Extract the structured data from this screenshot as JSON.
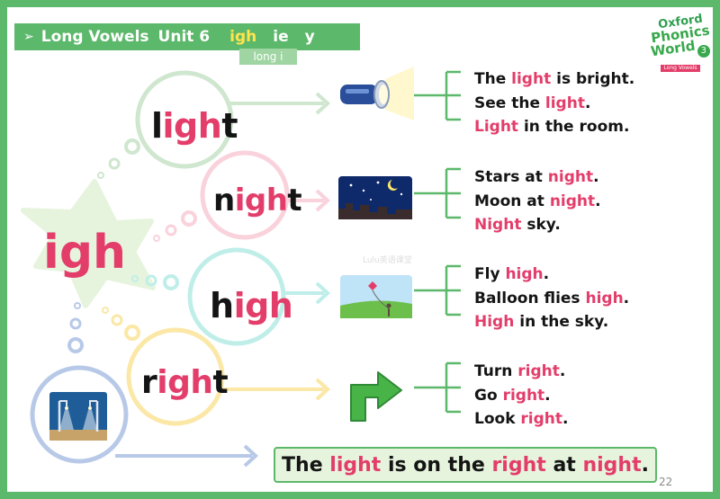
{
  "header": {
    "arrow": "➢",
    "title": "Long Vowels",
    "unit": "Unit 6",
    "spellings": [
      "igh",
      "ie",
      "y"
    ],
    "sublabel": "long i"
  },
  "logo": {
    "line1": "Oxford",
    "line2": "Phonics",
    "line3": "World",
    "number": "3",
    "tag": "Long Vowels"
  },
  "center_label": "igh",
  "words": [
    {
      "before": "l",
      "highlight": "igh",
      "after": "t"
    },
    {
      "before": "n",
      "highlight": "igh",
      "after": "t"
    },
    {
      "before": "h",
      "highlight": "igh",
      "after": ""
    },
    {
      "before": "r",
      "highlight": "igh",
      "after": "t"
    }
  ],
  "pictures": [
    "flashlight",
    "night-sky",
    "kite",
    "right-arrow",
    "night-lamp"
  ],
  "sentence_groups": [
    [
      [
        {
          "t": "The "
        },
        {
          "t": "light",
          "hl": true
        },
        {
          "t": " is bright."
        }
      ],
      [
        {
          "t": "See the "
        },
        {
          "t": "light",
          "hl": true
        },
        {
          "t": "."
        }
      ],
      [
        {
          "t": "Light",
          "hl": true
        },
        {
          "t": " in the room."
        }
      ]
    ],
    [
      [
        {
          "t": "Stars at "
        },
        {
          "t": "night",
          "hl": true
        },
        {
          "t": "."
        }
      ],
      [
        {
          "t": "Moon at "
        },
        {
          "t": "night",
          "hl": true
        },
        {
          "t": "."
        }
      ],
      [
        {
          "t": "Night",
          "hl": true
        },
        {
          "t": " sky."
        }
      ]
    ],
    [
      [
        {
          "t": "Fly "
        },
        {
          "t": "high",
          "hl": true
        },
        {
          "t": "."
        }
      ],
      [
        {
          "t": "Balloon flies "
        },
        {
          "t": "high",
          "hl": true
        },
        {
          "t": "."
        }
      ],
      [
        {
          "t": "High",
          "hl": true
        },
        {
          "t": " in the sky."
        }
      ]
    ],
    [
      [
        {
          "t": "Turn "
        },
        {
          "t": "right",
          "hl": true
        },
        {
          "t": "."
        }
      ],
      [
        {
          "t": "Go "
        },
        {
          "t": "right",
          "hl": true
        },
        {
          "t": "."
        }
      ],
      [
        {
          "t": "Look "
        },
        {
          "t": "right",
          "hl": true
        },
        {
          "t": "."
        }
      ]
    ]
  ],
  "bottom_sentence": [
    {
      "t": "The "
    },
    {
      "t": "light",
      "hl": true
    },
    {
      "t": " is on the "
    },
    {
      "t": "right",
      "hl": true
    },
    {
      "t": " at "
    },
    {
      "t": "night",
      "hl": true
    },
    {
      "t": "."
    }
  ],
  "page_number": "22",
  "watermark": "Lulu英语课堂",
  "colors": {
    "frame": "#5cb86a",
    "highlight": "#e33d6a",
    "header_highlight": "#ffe54c",
    "ring_light": "#cfe6cf",
    "ring_night": "#f9d2dc",
    "ring_high": "#bfeee9",
    "ring_right": "#fbe7a6"
  }
}
